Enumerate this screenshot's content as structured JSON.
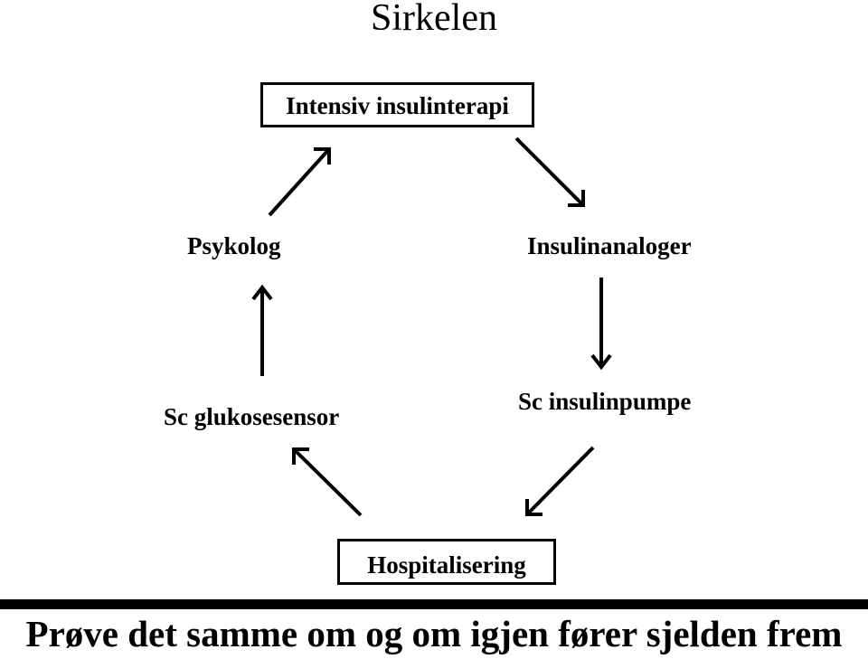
{
  "title": "Sirkelen",
  "nodes": {
    "top": "Intensiv insulinterapi",
    "psykolog": "Psykolog",
    "insulinanaloger": "Insulinanaloger",
    "glukosesensor": "Sc glukosesensor",
    "insulinpumpe": "Sc insulinpumpe",
    "hospitalisering": "Hospitalisering"
  },
  "footer": "Prøve det samme om og om igjen fører sjelden frem",
  "colors": {
    "ink": "#000000",
    "background": "#ffffff"
  }
}
